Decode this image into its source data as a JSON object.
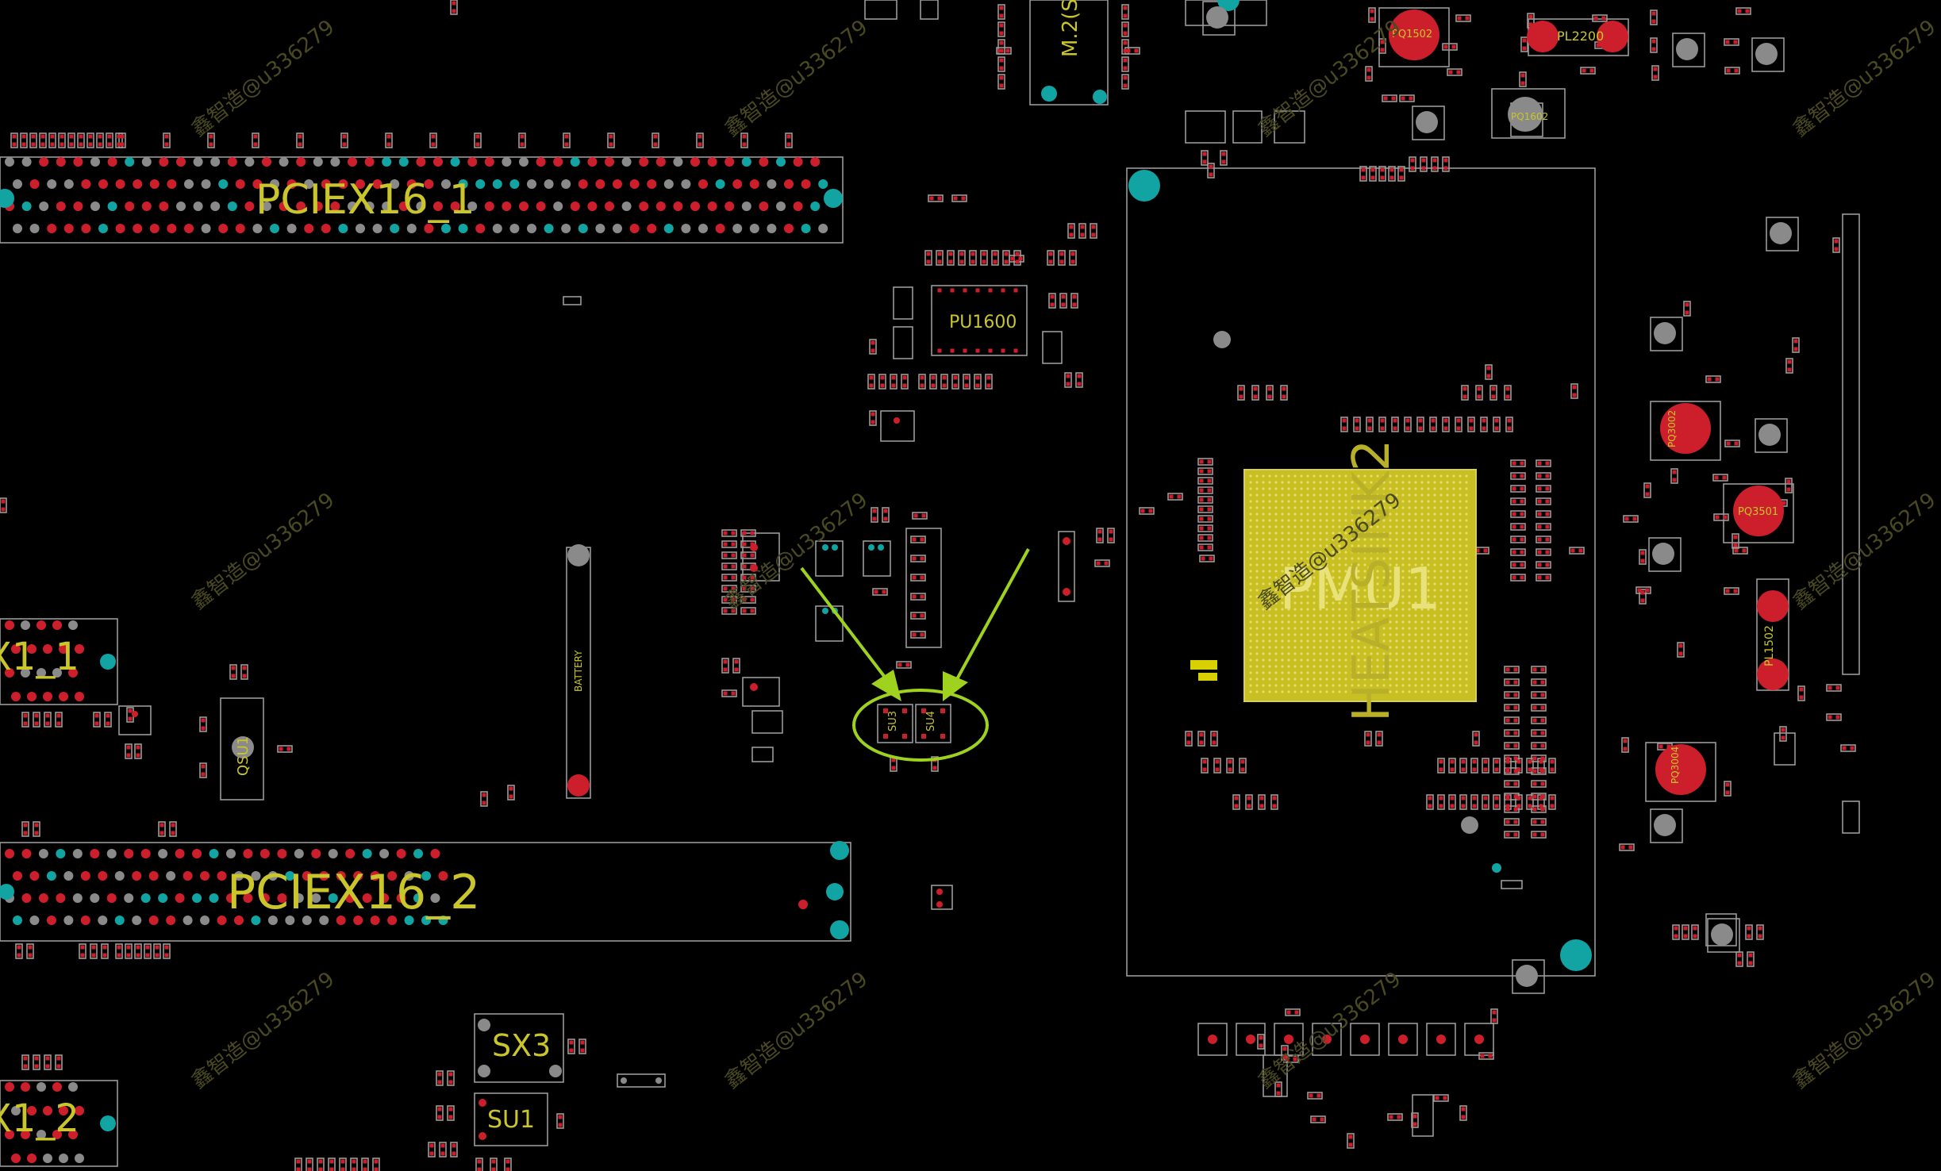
{
  "labels": {
    "pciex16_1": "PCIEX16_1",
    "pciex16_2": "PCIEX16_2",
    "pciex1_1": "X1_1",
    "pciex1_2": "X1_2",
    "pmu1": "PMU1",
    "heatsink": "HEATSINK2",
    "pu1600": "PU1600",
    "m2": "M.2(S",
    "battery": "BATTERY",
    "sx3": "SX3",
    "su1": "SU1",
    "su3": "SU3",
    "su4": "SU4",
    "qu1": "QSU1",
    "pl2200": "PL2200",
    "pl1502": "PL1502",
    "pq1502": "PQ1502",
    "pq3002": "PQ3002",
    "pq3501": "PQ3501",
    "pq3004": "PQ3004",
    "pq1602": "PQ1602"
  },
  "watermark": "鑫智造@u336279",
  "colors": {
    "background": "#000000",
    "outline": "#9a9a9a",
    "pad_red": "#cc1f2b",
    "pad_gray": "#8a8a8a",
    "pad_cyan": "#12a3a3",
    "silk_yellow": "#c9c52a",
    "chip_fill": "#c8bf22",
    "annotation_green": "#9fd21e"
  }
}
